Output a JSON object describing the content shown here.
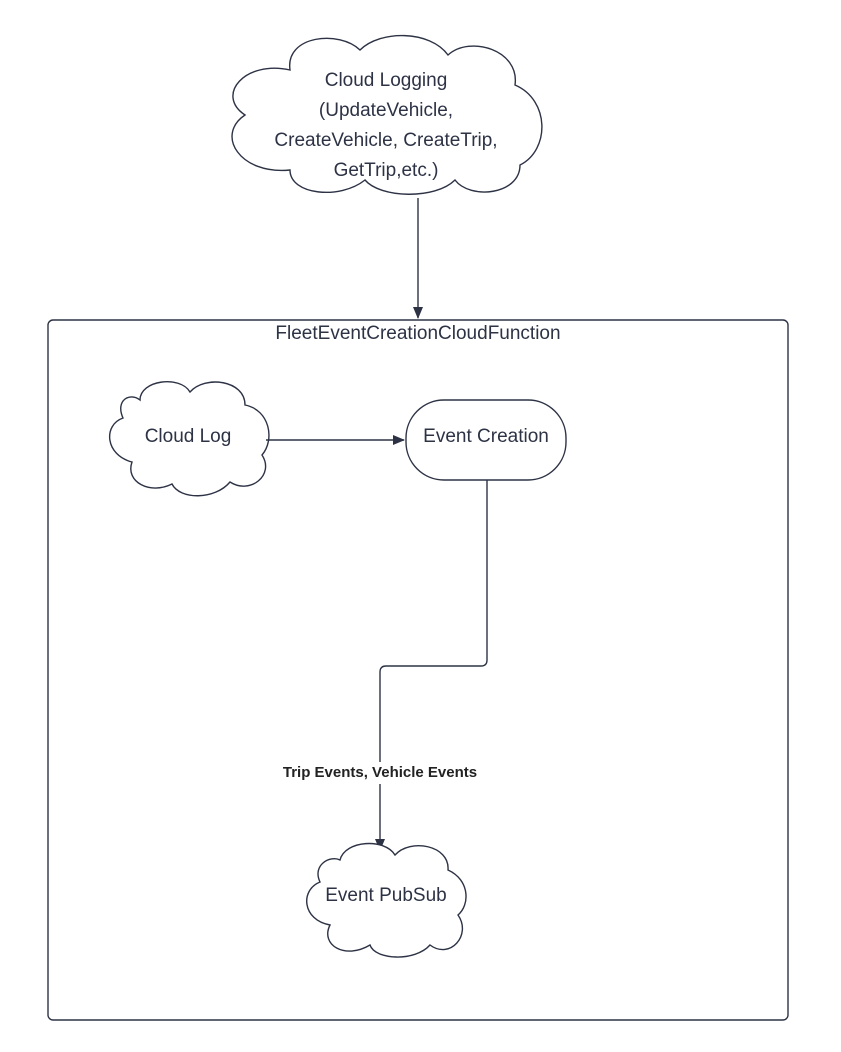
{
  "nodes": {
    "cloud_logging": {
      "lines": [
        "Cloud Logging",
        "(UpdateVehicle,",
        "CreateVehicle, CreateTrip,",
        "GetTrip,etc.)"
      ]
    },
    "frame": {
      "title": "FleetEventCreationCloudFunction"
    },
    "cloud_log": {
      "label": "Cloud Log"
    },
    "event_creation": {
      "label": "Event Creation"
    },
    "event_pubsub": {
      "label": "Event PubSub"
    }
  },
  "edges": {
    "creation_to_pubsub": {
      "label": "Trip Events, Vehicle Events"
    }
  },
  "colors": {
    "stroke": "#2d3345",
    "text": "#2d3345",
    "edge_label": "#222222",
    "background": "#ffffff"
  }
}
